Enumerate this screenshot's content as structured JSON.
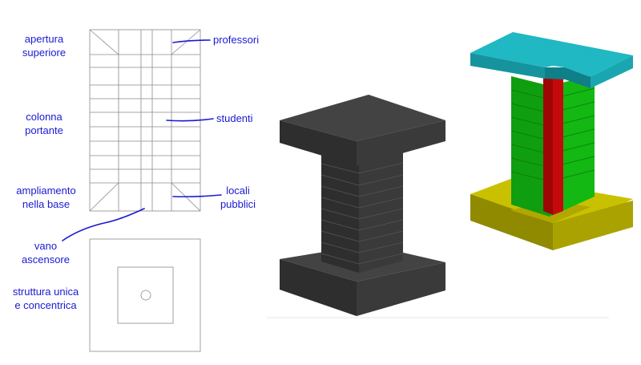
{
  "labels": {
    "apertura": [
      "apertura",
      "superiore"
    ],
    "colonna": [
      "colonna",
      "portante"
    ],
    "ampliamento": [
      "ampliamento",
      "nella base"
    ],
    "vano": [
      "vano",
      "ascensore"
    ],
    "struttura": [
      "struttura unica",
      "e concentrica"
    ],
    "professori": [
      "professori"
    ],
    "studenti": [
      "studenti"
    ],
    "locali": [
      "locali",
      "pubblici"
    ]
  },
  "colors": {
    "annotation": "#1a1ad2",
    "dark_model_top": "#434343",
    "dark_model_front": "#2e2e2e",
    "dark_model_side": "#3a3a3a",
    "roof_cyan": "#1fb8c3",
    "column_green": "#13b813",
    "core_red": "#c40a0a",
    "base_yellow": "#c9c100"
  }
}
